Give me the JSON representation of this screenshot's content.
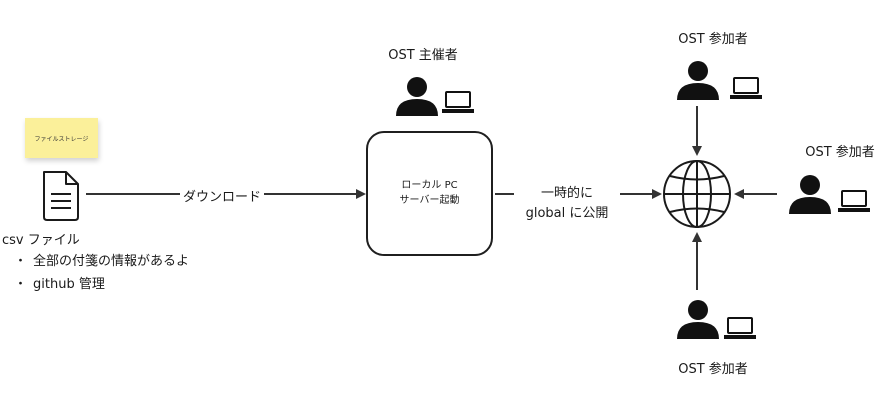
{
  "sticky_note": {
    "text": "ファイルストレージ"
  },
  "file": {
    "label": "csv ファイル",
    "notes": [
      "全部の付箋の情報があるよ",
      "github 管理"
    ]
  },
  "download_edge": {
    "label": "ダウンロード"
  },
  "server": {
    "host_label": "OST 主催者",
    "line1": "ローカル PC",
    "line2": "サーバー起動"
  },
  "publish_edge": {
    "line1": "一時的に",
    "line2": "global に公開"
  },
  "participants": {
    "top": "OST 参加者",
    "right": "OST 参加者",
    "bottom": "OST 参加者"
  }
}
